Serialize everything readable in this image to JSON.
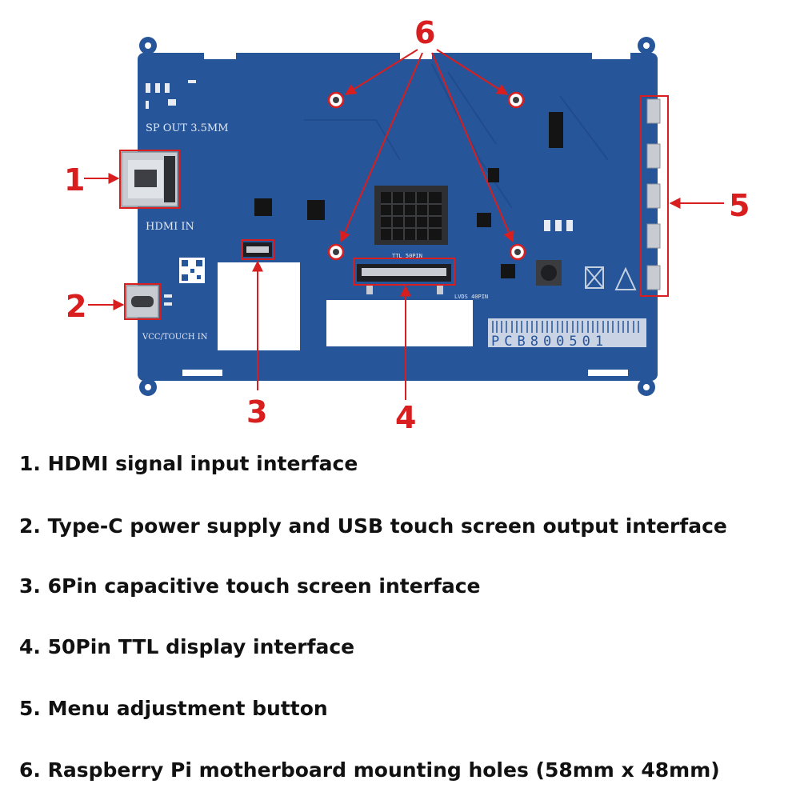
{
  "colors": {
    "pcb": "#27559a",
    "pcb_dark": "#1b3f79",
    "accent": "#d81e1e",
    "silk": "#dfe8f5",
    "connector": "#c8ccd2",
    "chip": "#141414"
  },
  "board": {
    "silkscreen": {
      "sp_out": "SP  OUT  3.5MM",
      "hdmi_in": "HDMI  IN",
      "vcc_touch": "VCC/TOUCH  IN",
      "ttl_50pin": "TTL 50PIN",
      "lvds_40pin": "LVDS 40PIN",
      "pcb_number": "PCB800501"
    }
  },
  "callouts": {
    "c1": "1",
    "c2": "2",
    "c3": "3",
    "c4": "4",
    "c5": "5",
    "c6": "6"
  },
  "legend": [
    "1. HDMI signal input interface",
    "2. Type-C power supply and USB touch screen output interface",
    "3. 6Pin capacitive touch screen interface",
    "4. 50Pin TTL display interface",
    "5. Menu adjustment button",
    "6. Raspberry Pi motherboard mounting holes (58mm x 48mm)"
  ]
}
